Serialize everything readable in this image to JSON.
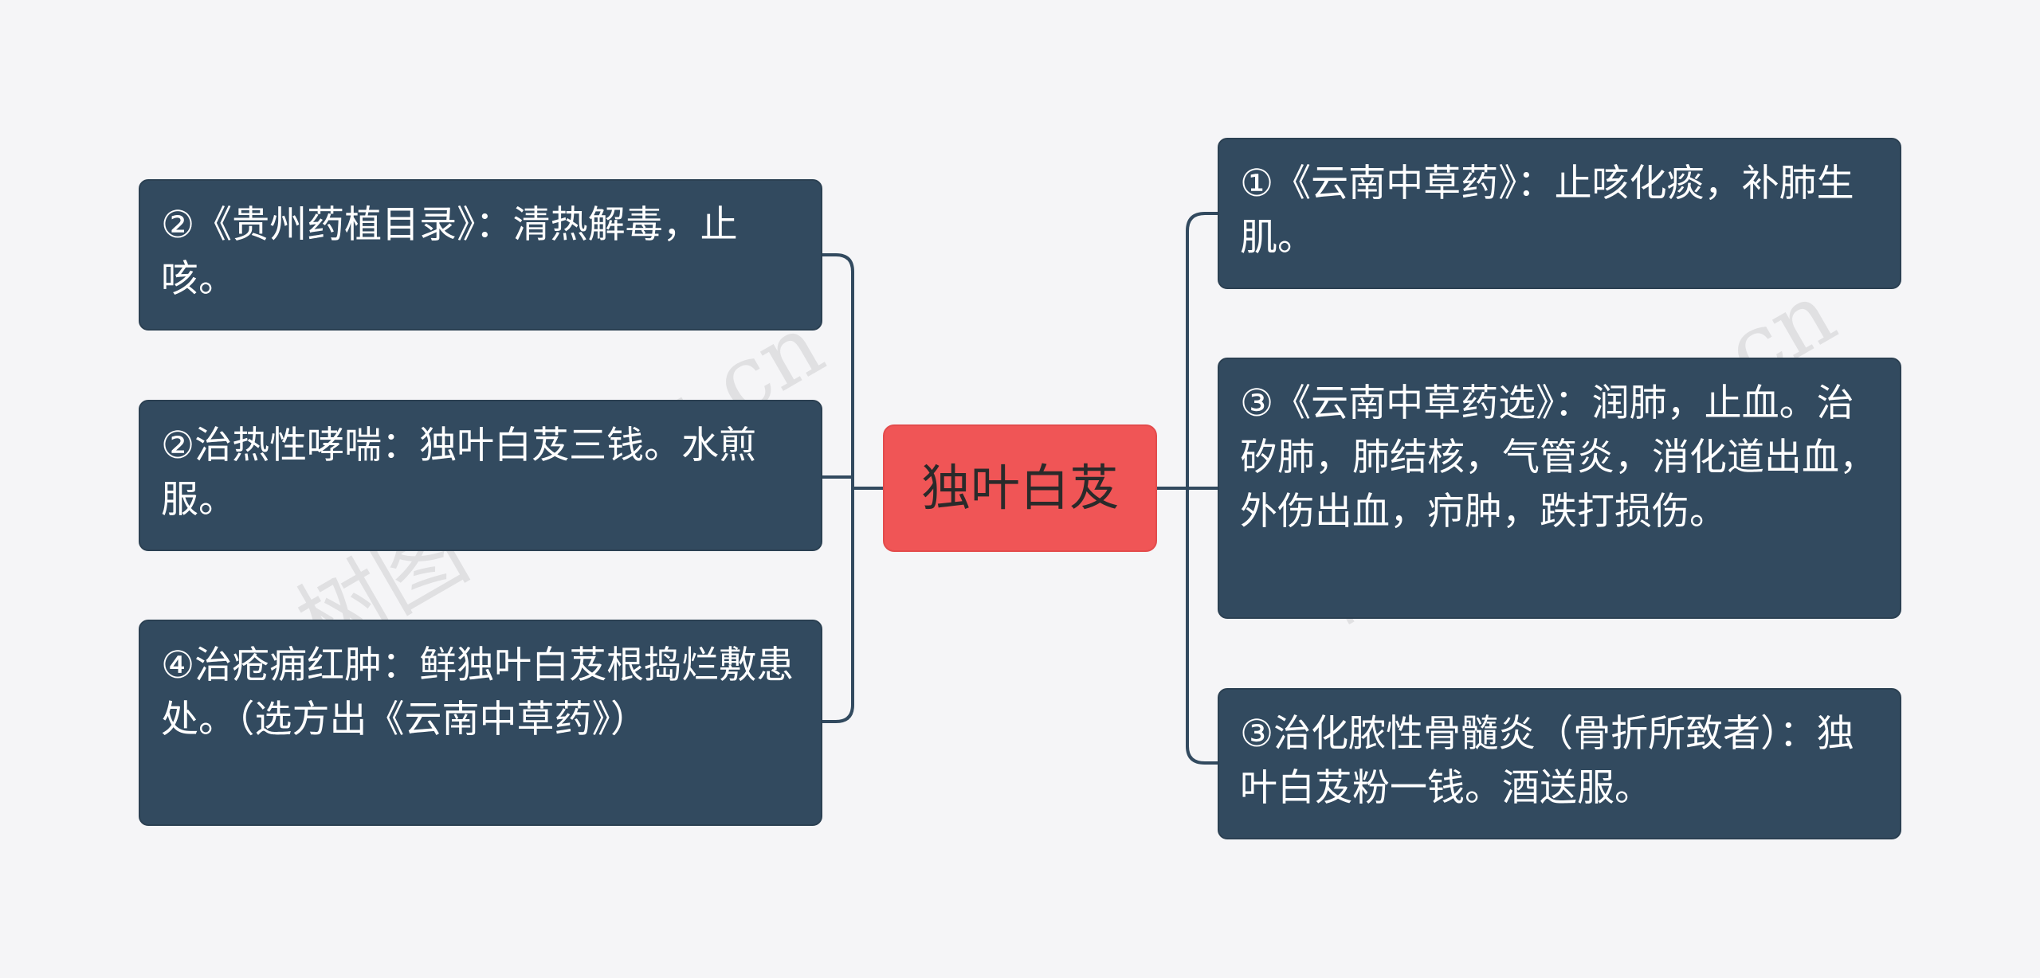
{
  "center": {
    "label": "独叶白芨",
    "color": "#f05556"
  },
  "left_nodes": [
    {
      "text": "②《贵州药植目录》：清热解毒，止咳。"
    },
    {
      "text": "②治热性哮喘：独叶白芨三钱。水煎服。"
    },
    {
      "text": "④治疮痈红肿：鲜独叶白芨根捣烂敷患处。（选方出《云南中草药》）"
    }
  ],
  "right_nodes": [
    {
      "text": "①《云南中草药》：止咳化痰，补肺生肌。"
    },
    {
      "text": "③《云南中草药选》：润肺，止血。治矽肺，肺结核，气管炎，消化道出血，外伤出血，疖肿，跌打损伤。"
    },
    {
      "text": "③治化脓性骨髓炎（骨折所致者）：独叶白芨粉一钱。酒送服。"
    }
  ],
  "node_color": "#324a5f",
  "connector_color": "#324a5f",
  "watermarks": [
    "树图 shutu.cn",
    "树图 shutu.cn"
  ]
}
